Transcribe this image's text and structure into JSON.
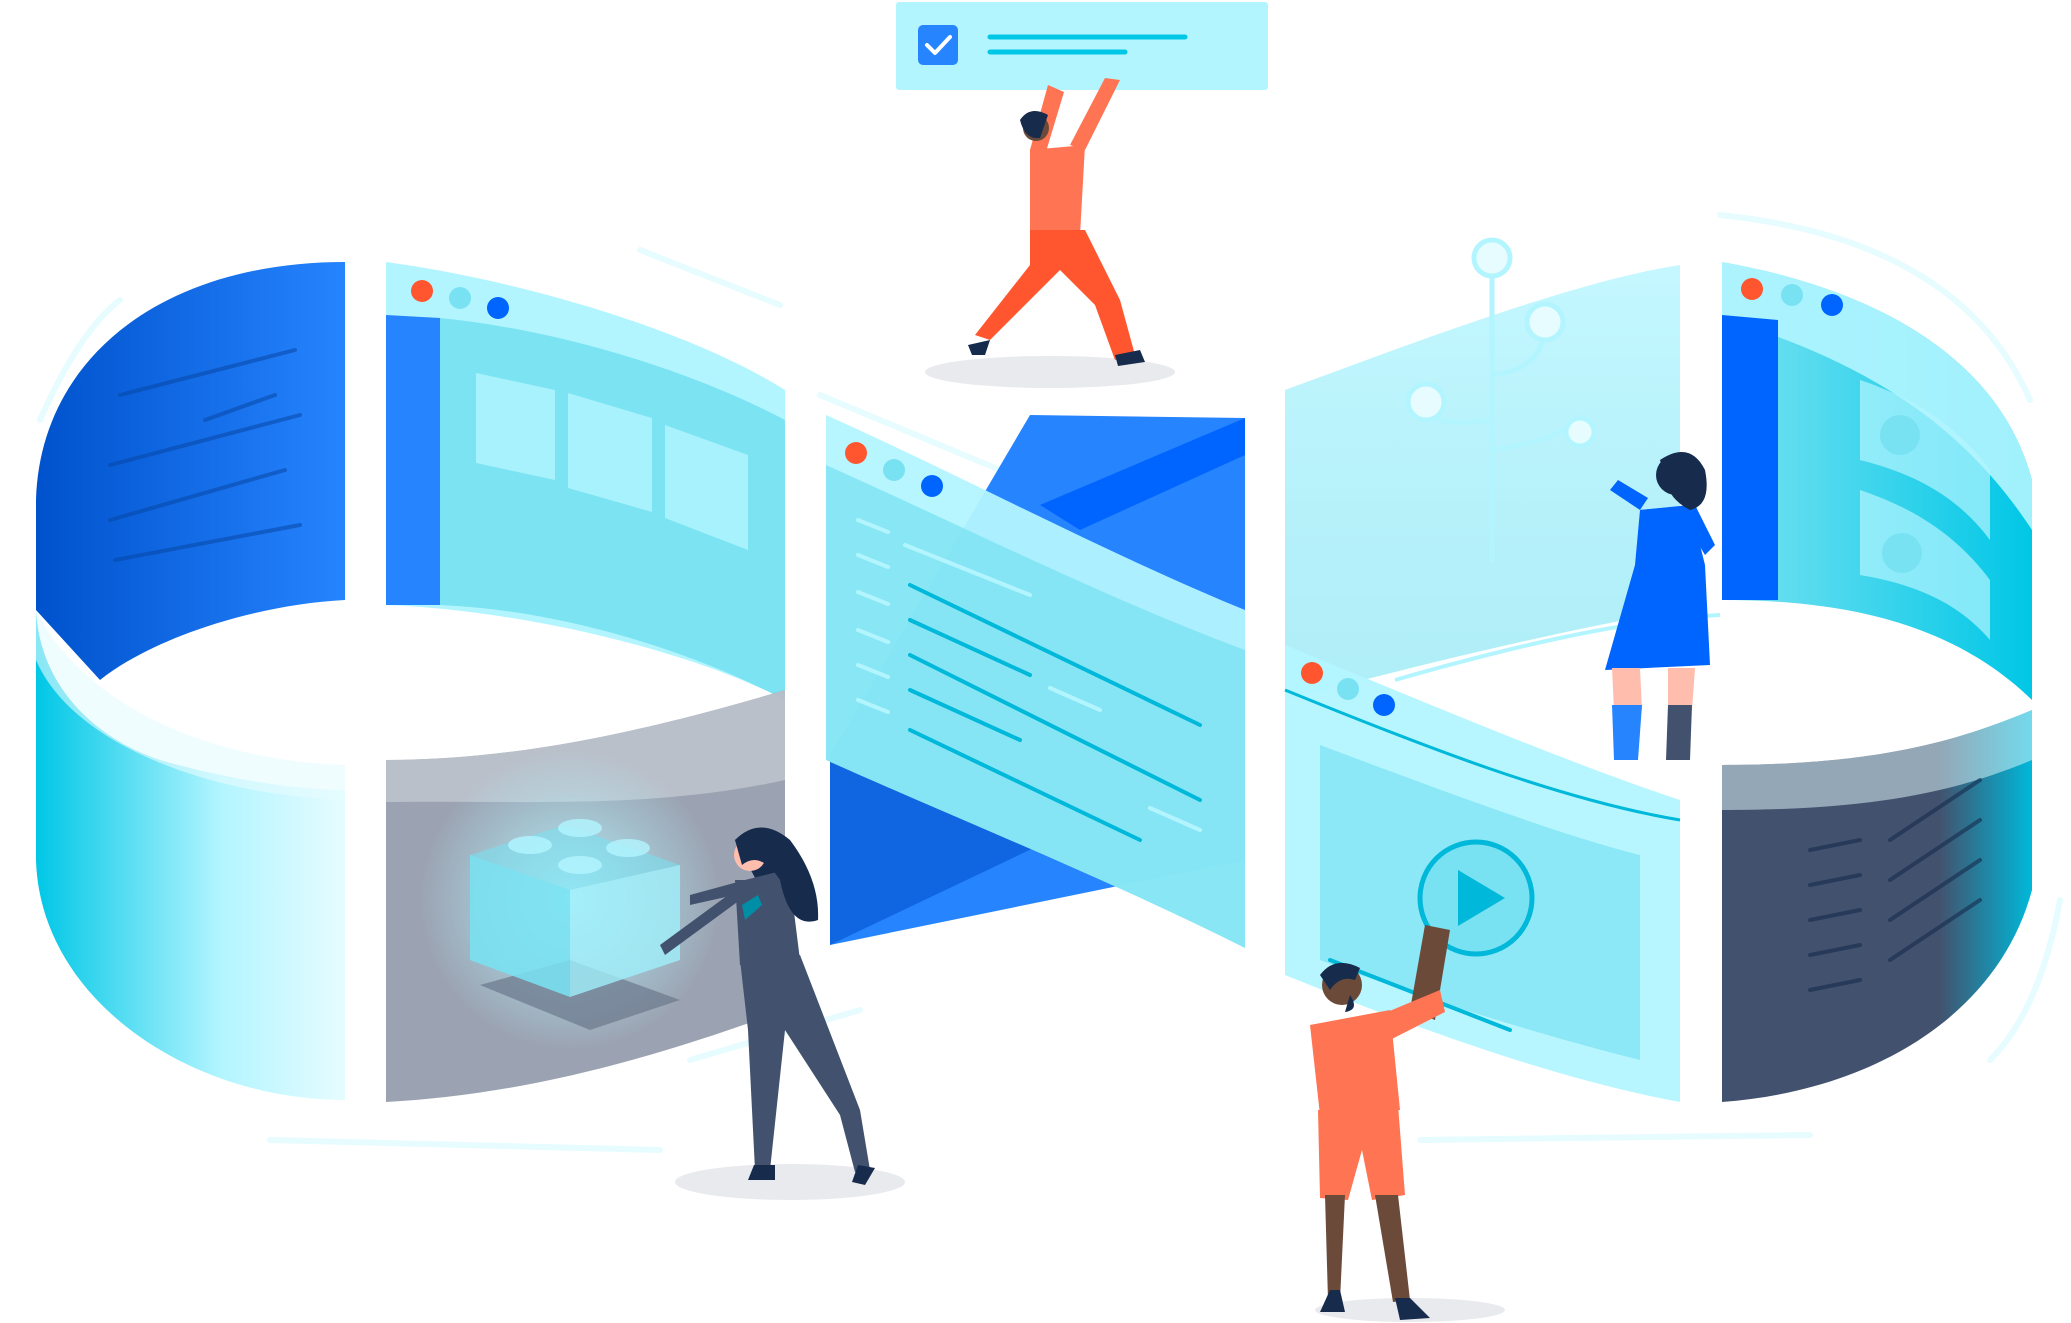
{
  "illustration": {
    "subject": "infinity-loop-devops",
    "palette": {
      "blue_dark": "#0052CC",
      "blue": "#2684FF",
      "blue_bright": "#0065FF",
      "cyan": "#00C7E6",
      "cyan_light": "#79E2F2",
      "cyan_pale": "#B3F5FF",
      "slate": "#42526E",
      "orange": "#FF7452",
      "orange_dark": "#FF5630",
      "skin_dark": "#6B4A3A",
      "hair": "#172B4D",
      "check_bg": "#2684FF"
    },
    "icons": [
      "checkbox-icon",
      "play-icon",
      "git-branch-icon",
      "lego-block-icon"
    ],
    "windows": [
      {
        "name": "window-top-left",
        "controls": [
          "#FF5630",
          "#79E2F2",
          "#0065FF"
        ]
      },
      {
        "name": "window-center",
        "controls": [
          "#FF5630",
          "#79E2F2",
          "#0065FF"
        ]
      },
      {
        "name": "window-video",
        "controls": [
          "#FF5630",
          "#79E2F2",
          "#0065FF"
        ]
      },
      {
        "name": "window-top-right",
        "controls": [
          "#FF5630",
          "#79E2F2",
          "#0065FF"
        ]
      }
    ],
    "figures": [
      "person-lifting-card",
      "person-holding-block",
      "person-pressing-play",
      "person-viewing-branch"
    ]
  }
}
